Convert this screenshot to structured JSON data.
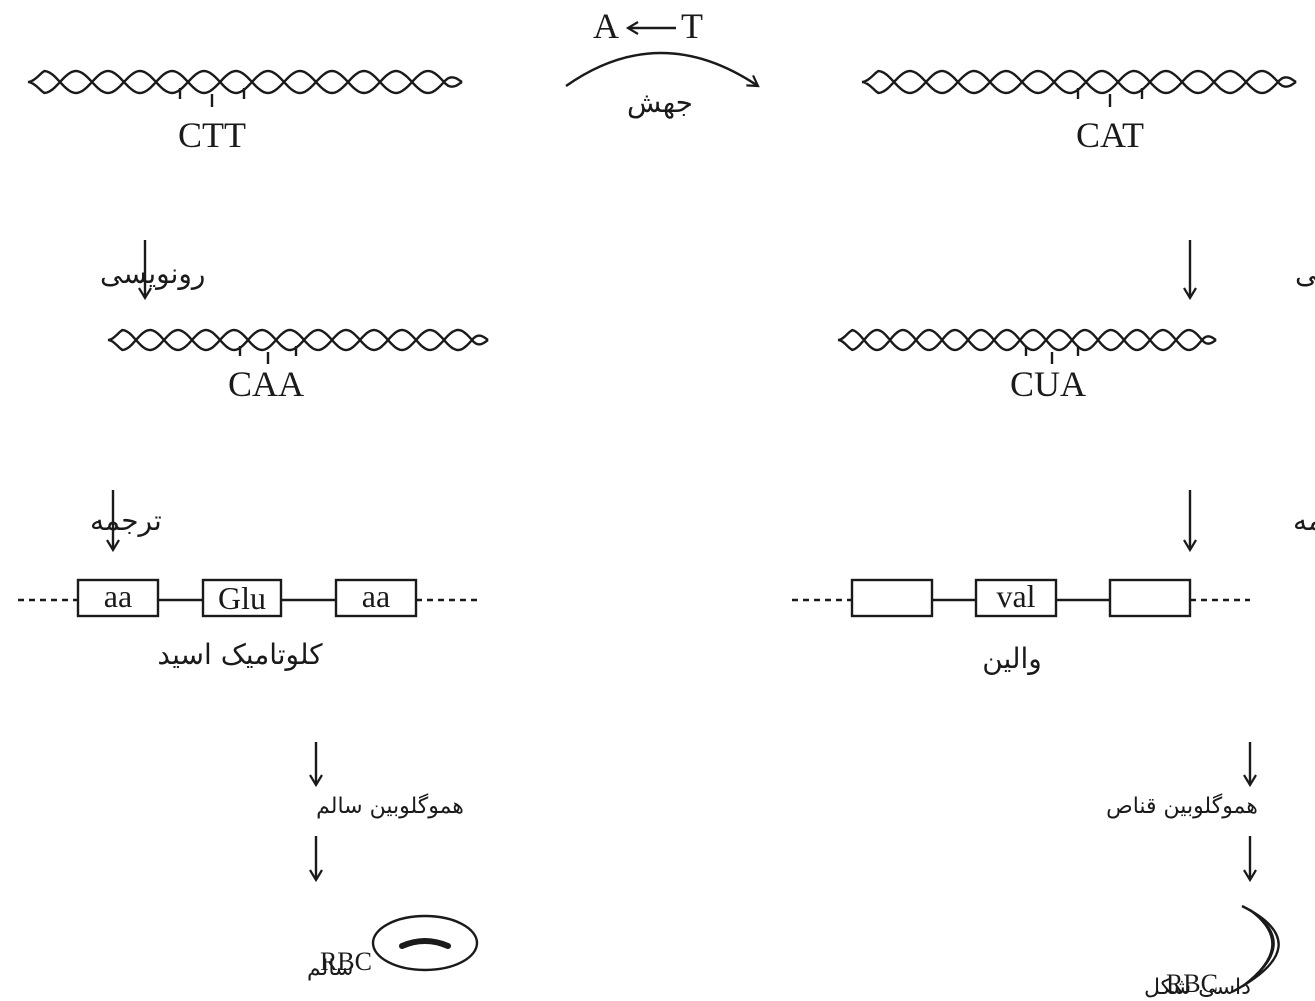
{
  "mutation": {
    "from": "A",
    "to": "T",
    "label": "جهش"
  },
  "normal": {
    "dna_codon": "CTT",
    "transcription_label": "رونویسی",
    "mrna_codon": "CAA",
    "translation_label": "ترجمه",
    "protein_boxes": [
      "aa",
      "Glu",
      "aa"
    ],
    "amino_acid": "کلوتامیک اسید",
    "hemoglobin": "هموگلوبین سالم",
    "rbc_prefix": "RBC",
    "rbc_suffix": "سالم"
  },
  "mutant": {
    "dna_codon": "CAT",
    "transcription_label": "رونویسی",
    "mrna_codon": "CUA",
    "translation_label": "ترجمه",
    "protein_boxes": [
      "",
      "val",
      ""
    ],
    "amino_acid": "والین",
    "hemoglobin": "هموگلوبین قناص",
    "rbc_prefix": "RBC",
    "rbc_suffix": "داسی شکل"
  }
}
